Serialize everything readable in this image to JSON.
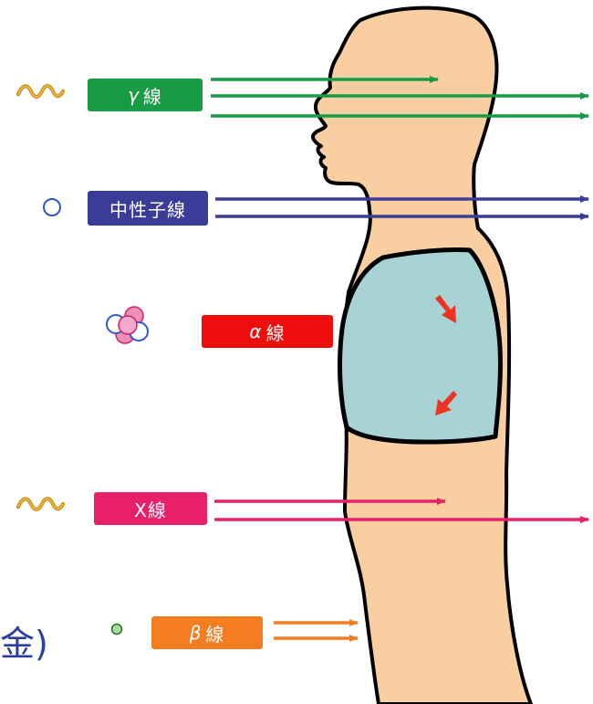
{
  "labels": {
    "gamma": {
      "symbol": "γ",
      "text": "線"
    },
    "neutron": {
      "text": "中性子線"
    },
    "alpha": {
      "symbol": "α",
      "text": "線"
    },
    "x_ray": {
      "text": "X線"
    },
    "beta": {
      "symbol": "β",
      "text": "線"
    }
  },
  "corner_text": "金)",
  "colors": {
    "gamma": "#179b45",
    "neutron": "#3b3c98",
    "alpha": "#ee0c0c",
    "x_ray": "#e8206a",
    "beta": "#f37d20",
    "body": "#f9cfa2",
    "lung": "#a7d3d4"
  },
  "icons": {
    "gamma": "wave-icon",
    "neutron": "circle-icon",
    "alpha": "helium-nucleus-icon",
    "x_ray": "wave-icon",
    "beta": "small-dot-icon"
  }
}
